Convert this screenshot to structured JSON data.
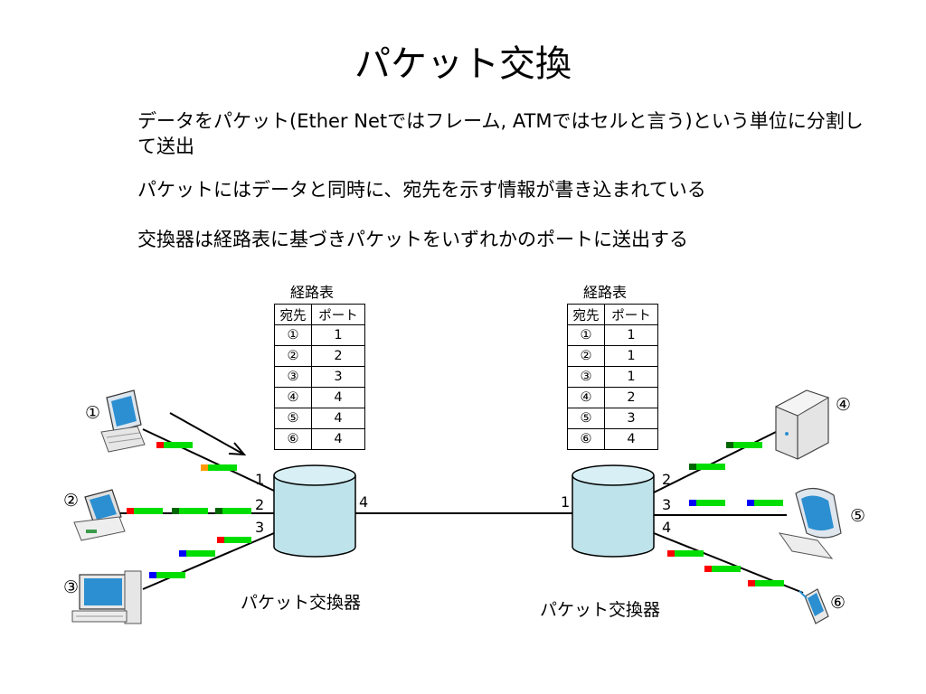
{
  "slide": {
    "title": "パケット交換",
    "paragraphs": [
      "データをパケット(Ether Netではフレーム, ATMではセルと言う)という単位に分割して送出",
      "パケットにはデータと同時に、宛先を示す情報が書き込まれている",
      "交換器は経路表に基づきパケットをいずれかのポートに送出する"
    ]
  },
  "routing_tables": [
    {
      "title": "経路表",
      "headers": [
        "宛先",
        "ポート"
      ],
      "rows": [
        [
          "①",
          "1"
        ],
        [
          "②",
          "2"
        ],
        [
          "③",
          "3"
        ],
        [
          "④",
          "4"
        ],
        [
          "⑤",
          "4"
        ],
        [
          "⑥",
          "4"
        ]
      ]
    },
    {
      "title": "経路表",
      "headers": [
        "宛先",
        "ポート"
      ],
      "rows": [
        [
          "①",
          "1"
        ],
        [
          "②",
          "1"
        ],
        [
          "③",
          "1"
        ],
        [
          "④",
          "2"
        ],
        [
          "⑤",
          "3"
        ],
        [
          "⑥",
          "4"
        ]
      ]
    }
  ],
  "switches": [
    {
      "caption": "パケット交換器",
      "ports": [
        "1",
        "2",
        "3",
        "4"
      ]
    },
    {
      "caption": "パケット交換器",
      "ports": [
        "1",
        "2",
        "3",
        "4"
      ]
    }
  ],
  "terminals": [
    "①",
    "②",
    "③",
    "④",
    "⑤",
    "⑥"
  ],
  "colors": {
    "data_segment": "#00dd00",
    "header_red": "#ff0000",
    "header_orange": "#ff9900",
    "header_darkgreen": "#006600",
    "header_blue": "#0000ff",
    "switch_fill": "#bfe3ea"
  }
}
